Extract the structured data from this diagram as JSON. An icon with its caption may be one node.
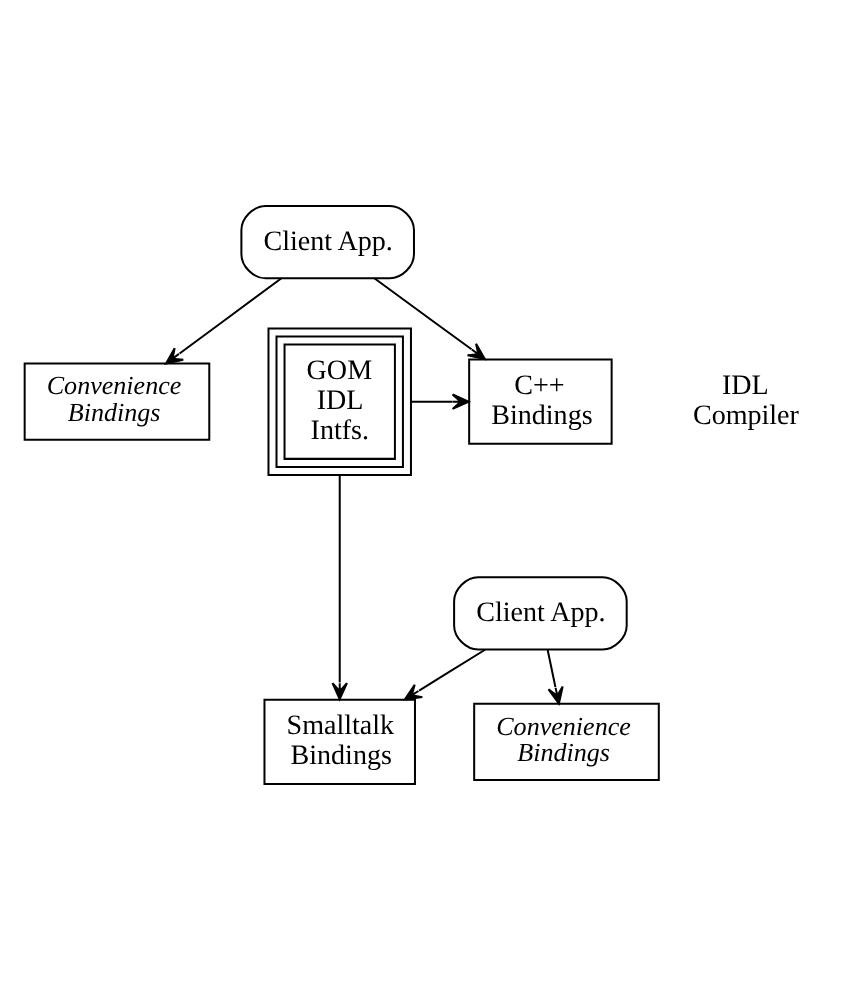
{
  "diagram": {
    "nodes": [
      {
        "text": [
          "Client App."
        ]
      },
      {
        "text": [
          "Convenience Bindings"
        ]
      },
      {
        "text": [
          "C++ Bindings"
        ]
      },
      {
        "text": [
          "Client App."
        ]
      },
      {
        "text": [
          "Convenience Bindings"
        ]
      },
      {
        "text": [
          "Smalltalk Bindings"
        ]
      },
      {
        "text": [
          "GOM IDL Intfs."
        ]
      }
    ],
    "edges": [
      {
        "from": 0,
        "to": 2,
        "arrow": "to"
      },
      {
        "from": 0,
        "to": 1,
        "arrow": "to"
      },
      {
        "from": 6,
        "to": 2,
        "arrow": "to"
      },
      {
        "from": 3,
        "to": 5,
        "arrow": "to"
      },
      {
        "from": 3,
        "to": 4,
        "arrow": "to"
      },
      {
        "from": 6,
        "to": 5,
        "arrow": "to"
      }
    ],
    "labels": [
      "IDL Compiler"
    ]
  }
}
